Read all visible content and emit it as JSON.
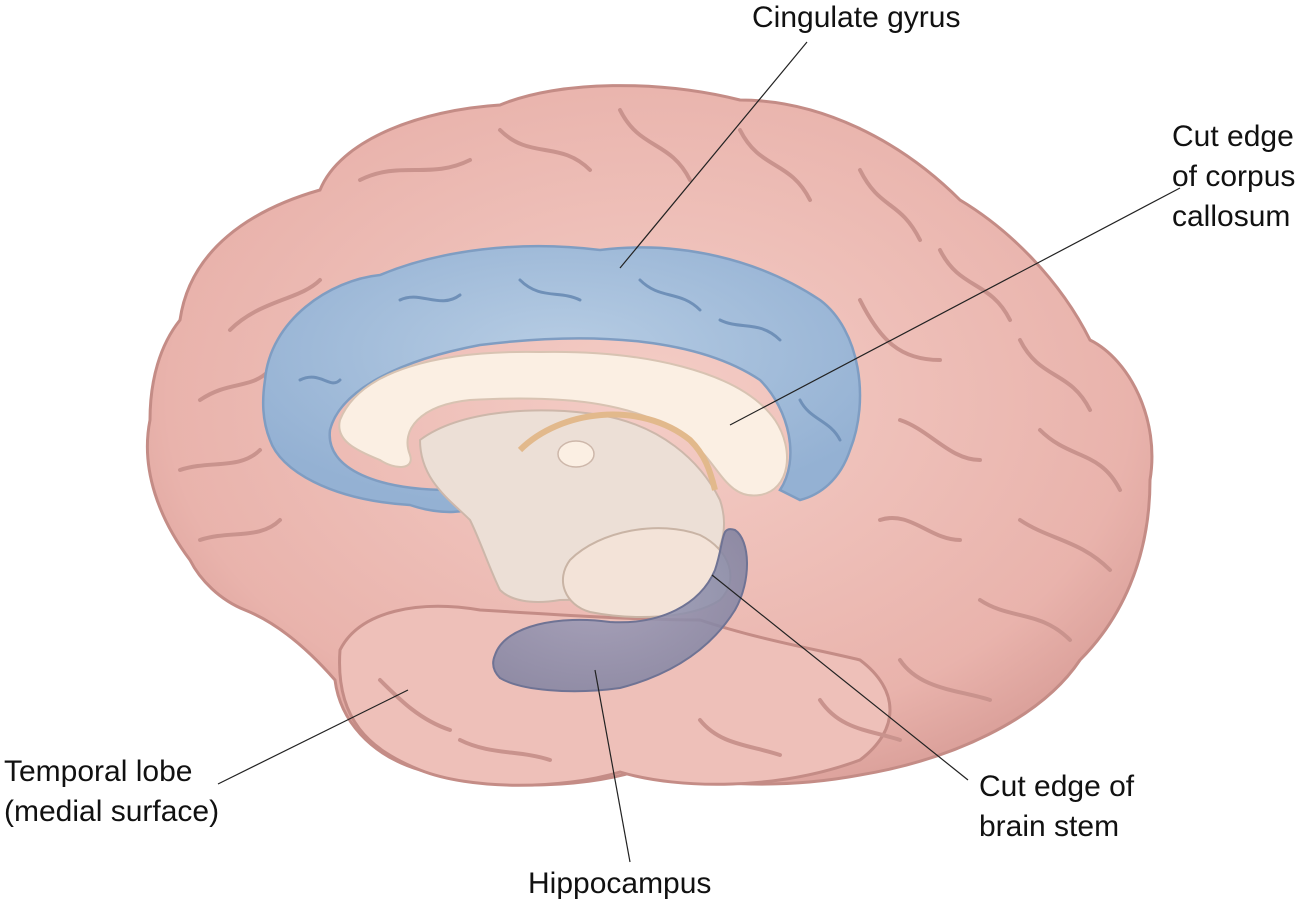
{
  "colors": {
    "cortex": "#ecbcb5",
    "cortex_light": "#f6d6cf",
    "cortex_shadow": "#c98f89",
    "cingulate": "#a9c2dd",
    "cingulate_shadow": "#7e9ec4",
    "corpus_callosum": "#fbeee2",
    "thalamus": "#ecdfd6",
    "hippocampus": "#8c8fae",
    "leader_line": "#222222",
    "text": "#111111"
  },
  "labels": {
    "cingulate_gyrus": [
      "Cingulate gyrus"
    ],
    "corpus_callosum": [
      "Cut edge",
      "of corpus",
      "callosum"
    ],
    "temporal_lobe": [
      "Temporal lobe",
      "(medial surface)"
    ],
    "brain_stem": [
      "Cut edge of",
      "brain stem"
    ],
    "hippocampus": [
      "Hippocampus"
    ]
  }
}
